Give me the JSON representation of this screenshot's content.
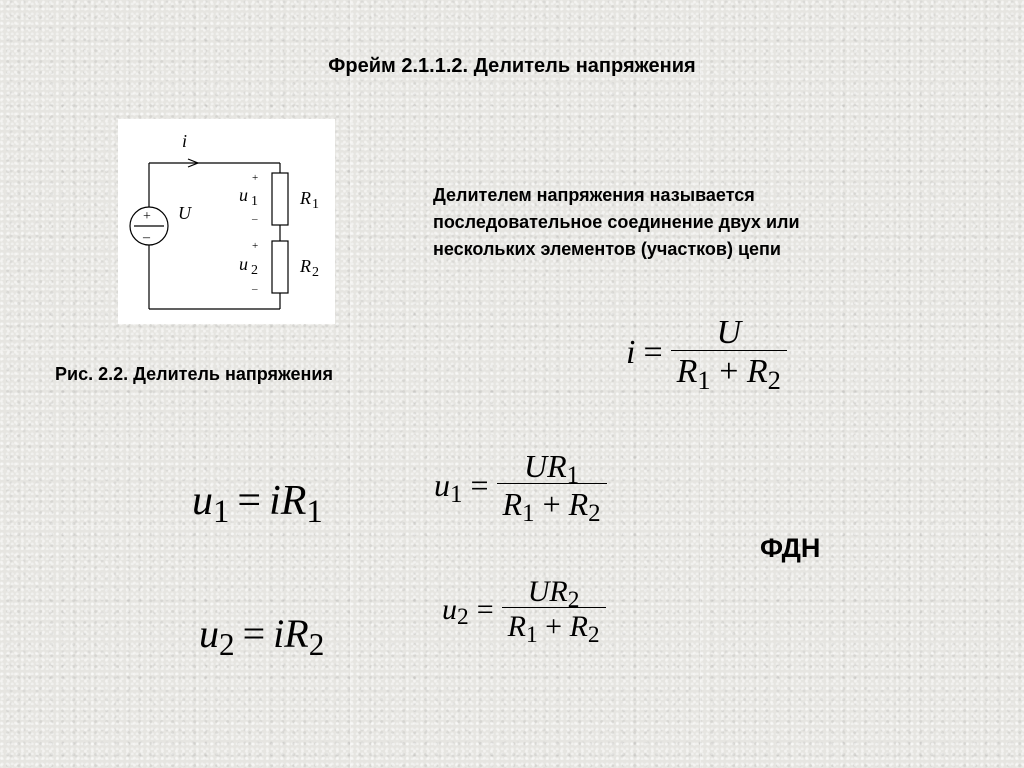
{
  "title": "Фрейм 2.1.1.2. Делитель напряжения",
  "definition": [
    "Делителем напряжения называется",
    "последовательное соединение двух или",
    "нескольких элементов (участков) цепи"
  ],
  "figure_caption": "Рис. 2.2. Делитель напряжения",
  "abbreviation": "ФДН",
  "circuit": {
    "current_label": "i",
    "source_label": "U",
    "source_plus": "+",
    "source_minus": "–",
    "r1_label": "R",
    "r1_sub": "1",
    "r2_label": "R",
    "r2_sub": "2",
    "u1_label": "u",
    "u1_sub": "1",
    "u2_label": "u",
    "u2_sub": "2",
    "plus": "+",
    "minus": "–"
  },
  "formulas": {
    "current": {
      "lhs": "i",
      "eq": "=",
      "num": "U",
      "den_a": "R",
      "den_a_sub": "1",
      "op": "+",
      "den_b": "R",
      "den_b_sub": "2"
    },
    "u1_simple": {
      "lhs": "u",
      "lhs_sub": "1",
      "eq": "=",
      "rhs_a": "i",
      "rhs_b": "R",
      "rhs_sub": "1"
    },
    "u2_simple": {
      "lhs": "u",
      "lhs_sub": "2",
      "eq": "=",
      "rhs_a": "i",
      "rhs_b": "R",
      "rhs_sub": "2"
    },
    "u1_divider": {
      "lhs": "u",
      "lhs_sub": "1",
      "eq": "=",
      "num": "UR",
      "num_sub": "1",
      "den_a": "R",
      "den_a_sub": "1",
      "op": "+",
      "den_b": "R",
      "den_b_sub": "2"
    },
    "u2_divider": {
      "lhs": "u",
      "lhs_sub": "2",
      "eq": "=",
      "num": "UR",
      "num_sub": "2",
      "den_a": "R",
      "den_a_sub": "1",
      "op": "+",
      "den_b": "R",
      "den_b_sub": "2"
    }
  }
}
